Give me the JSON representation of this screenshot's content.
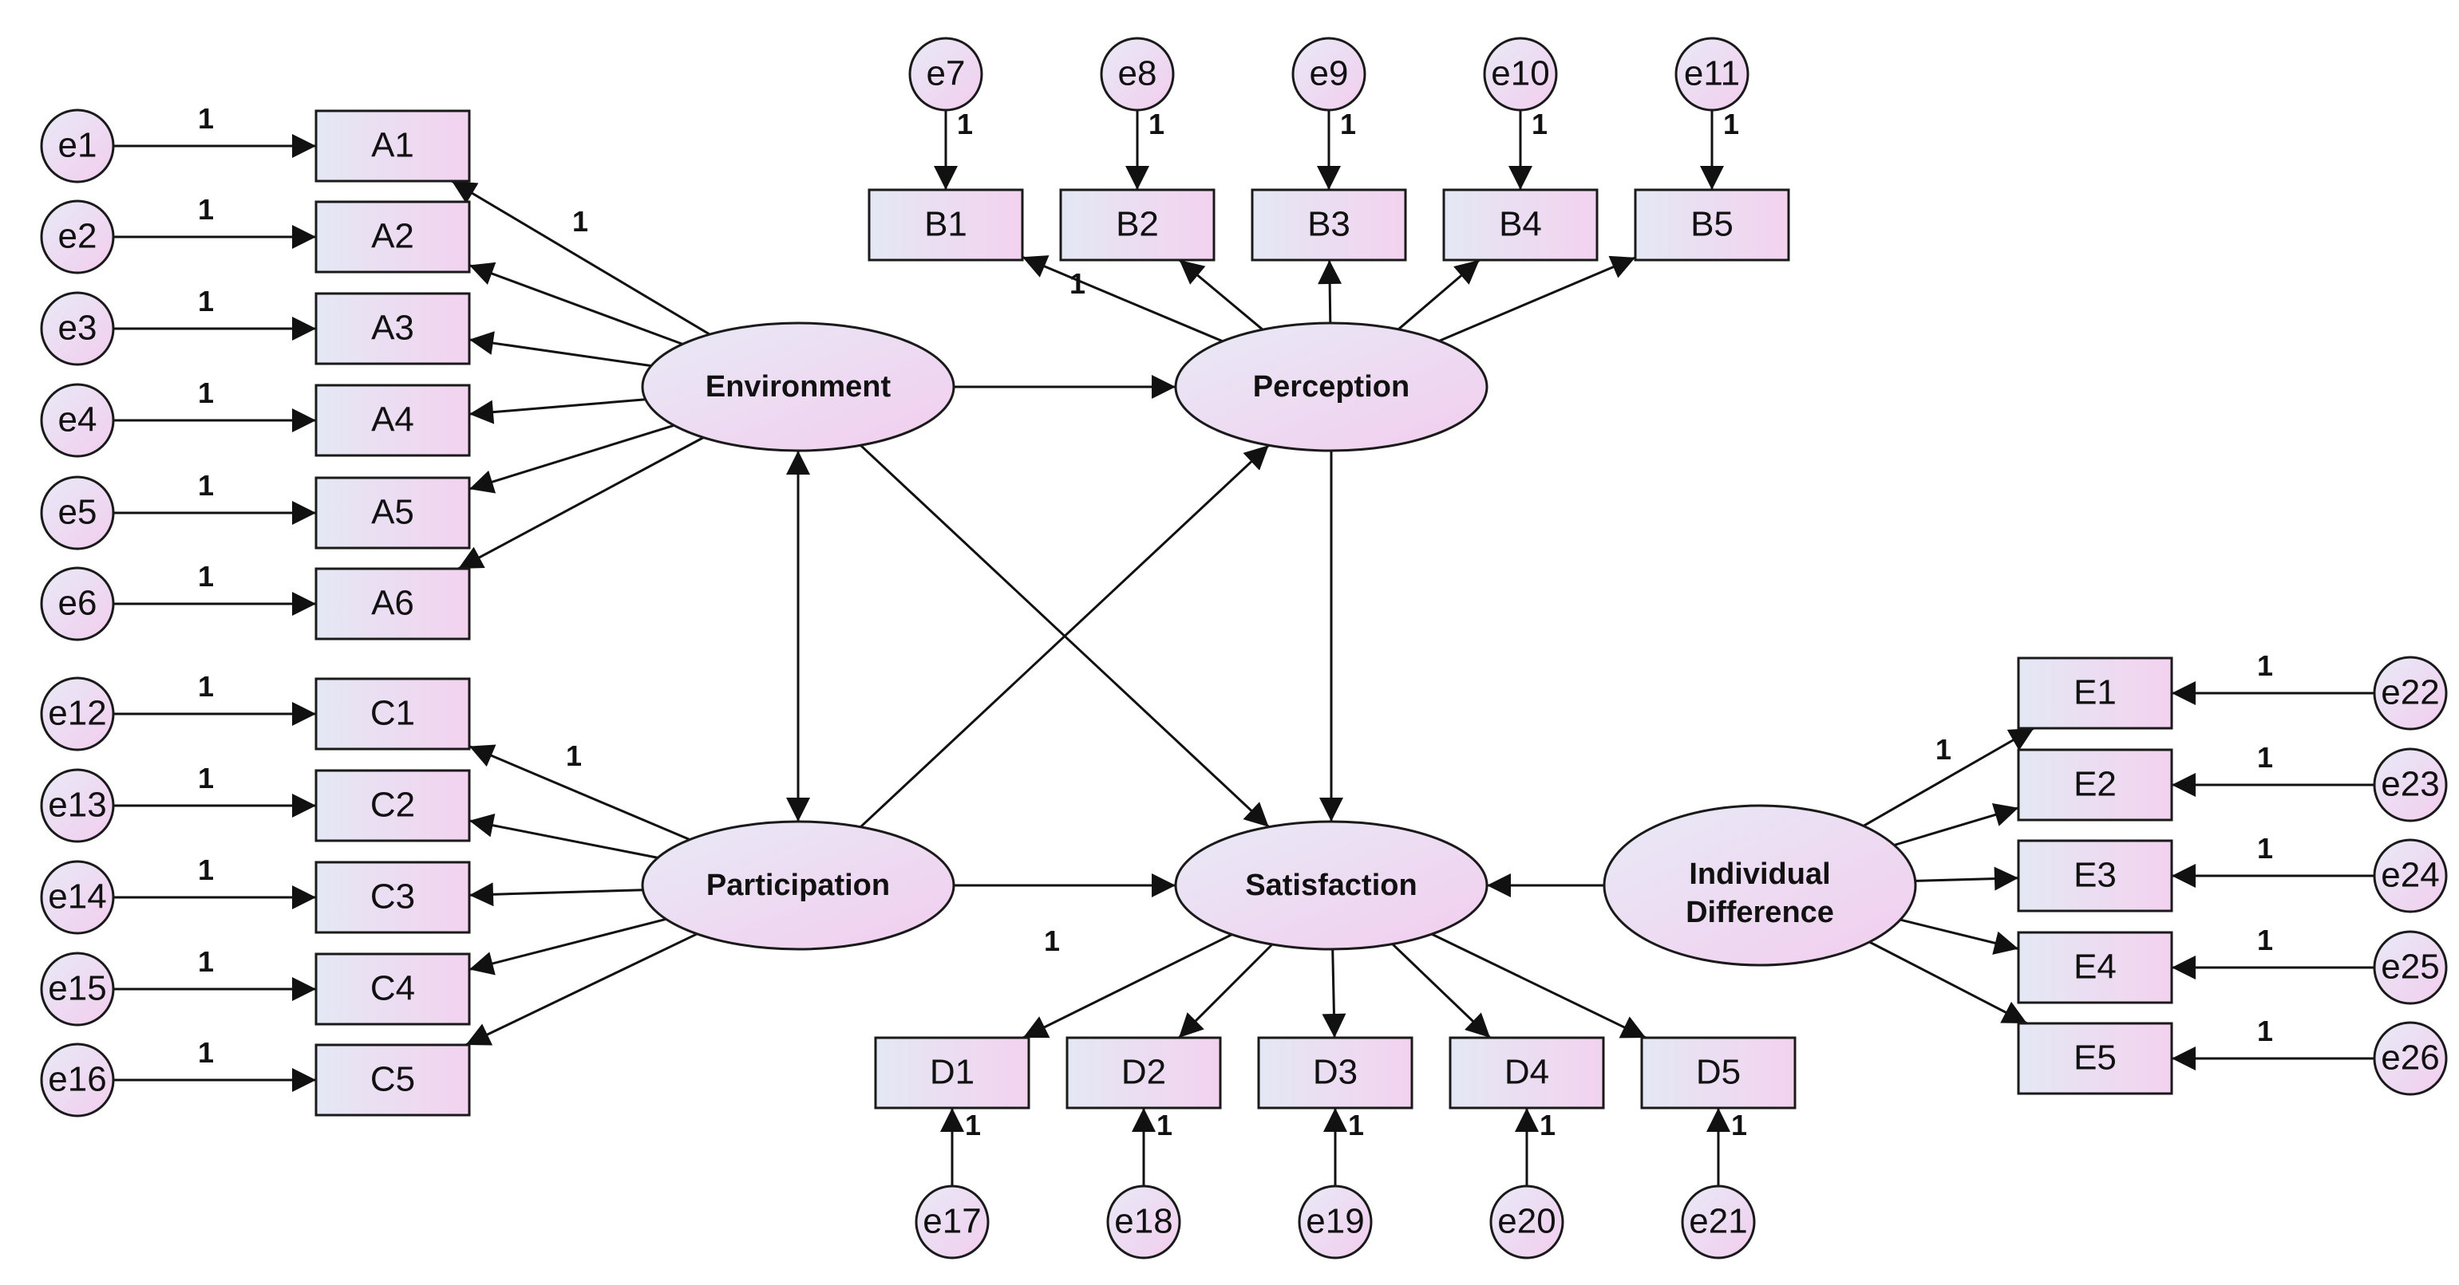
{
  "latent": {
    "env": {
      "label": "Environment"
    },
    "per": {
      "label": "Perception"
    },
    "par": {
      "label": "Participation"
    },
    "sat": {
      "label": "Satisfaction"
    },
    "ind": {
      "label_lines": [
        "Individual",
        "Difference"
      ]
    }
  },
  "observed": [
    "A1",
    "A2",
    "A3",
    "A4",
    "A5",
    "A6",
    "B1",
    "B2",
    "B3",
    "B4",
    "B5",
    "C1",
    "C2",
    "C3",
    "C4",
    "C5",
    "D1",
    "D2",
    "D3",
    "D4",
    "D5",
    "E1",
    "E2",
    "E3",
    "E4",
    "E5"
  ],
  "errors": [
    "e1",
    "e2",
    "e3",
    "e4",
    "e5",
    "e6",
    "e7",
    "e8",
    "e9",
    "e10",
    "e11",
    "e12",
    "e13",
    "e14",
    "e15",
    "e16",
    "e17",
    "e18",
    "e19",
    "e20",
    "e21",
    "e22",
    "e23",
    "e24",
    "e25",
    "e26"
  ],
  "weight_label": "1",
  "colors": {
    "fill_light": "#e6e8f4",
    "fill_pink": "#f2d6f0",
    "stroke": "#1a1a1a"
  }
}
